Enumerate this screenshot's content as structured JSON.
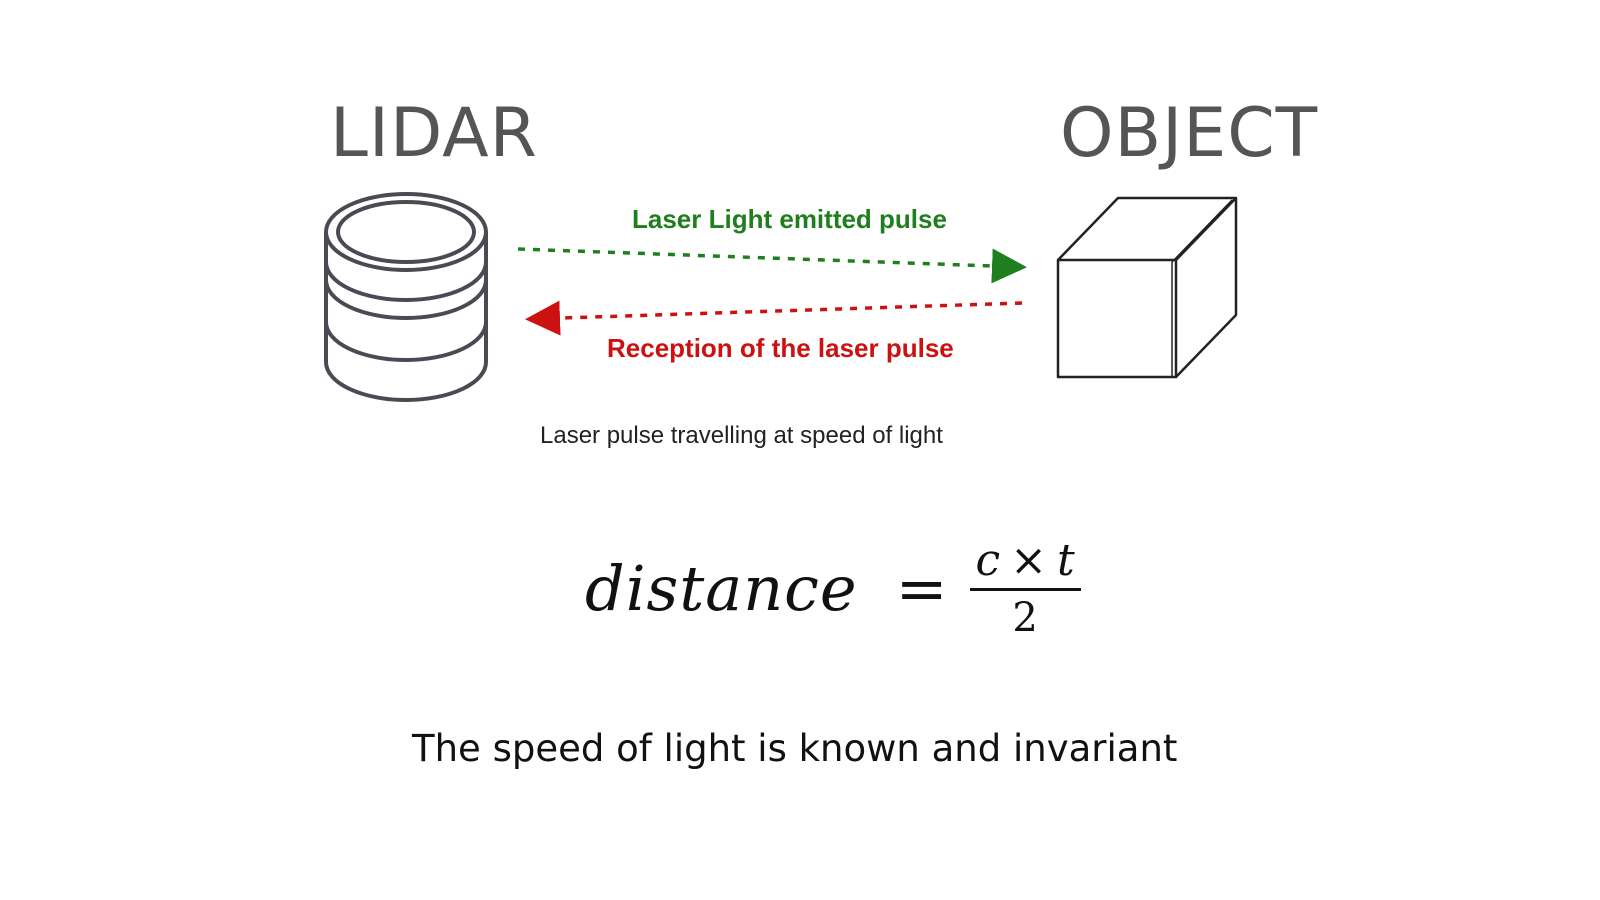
{
  "headings": {
    "left": "LIDAR",
    "right": "OBJECT"
  },
  "pulses": {
    "emitted_label": "Laser Light emitted pulse",
    "received_label": "Reception of the laser pulse",
    "emitted_color": "#1f7f1f",
    "received_color": "#cc1111"
  },
  "caption": "Laser pulse travelling at speed of light",
  "formula": {
    "lhs": "distance",
    "equals": "=",
    "numerator_c": "c",
    "numerator_times": "×",
    "numerator_t": "t",
    "denominator": "2"
  },
  "footer": "The speed of light is known and invariant",
  "icons": {
    "sensor": "lidar-cylinder-icon",
    "object": "cube-icon"
  }
}
